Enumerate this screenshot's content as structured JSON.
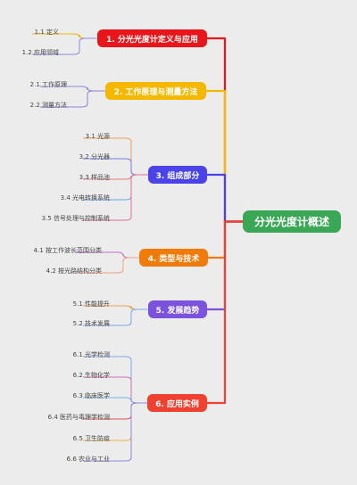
{
  "root": {
    "label": "分光光度计概述",
    "color": "#3aa757"
  },
  "branches": [
    {
      "label": "1. 分光光度计定义与应用",
      "color": "#e8161b",
      "children": [
        {
          "label": "1.1 定义",
          "color": "#f0b400"
        },
        {
          "label": "1.2 应用领域",
          "color": "#8a8ae0"
        }
      ]
    },
    {
      "label": "2. 工作原理与测量方法",
      "color": "#f5b800",
      "children": [
        {
          "label": "2.1 工作原理",
          "color": "#8a8ae0"
        },
        {
          "label": "2.2 测量方法",
          "color": "#9a7ad8"
        }
      ]
    },
    {
      "label": "3. 组成部分",
      "color": "#4a44e8",
      "children": [
        {
          "label": "3.1 光源",
          "color": "#f0a060"
        },
        {
          "label": "3.2 分光器",
          "color": "#7a7ae0"
        },
        {
          "label": "3.3 样品池",
          "color": "#e08080"
        },
        {
          "label": "3.4 光电转换系统",
          "color": "#6aa8e8"
        },
        {
          "label": "3.5 信号处理与控制系统",
          "color": "#e070a0"
        }
      ]
    },
    {
      "label": "4. 类型与技术",
      "color": "#f07a0a",
      "children": [
        {
          "label": "4.1 按工作波长范围分类",
          "color": "#c070d0"
        },
        {
          "label": "4.2 按光路结构分类",
          "color": "#f0a080"
        }
      ]
    },
    {
      "label": "5. 发展趋势",
      "color": "#7a52dc",
      "children": [
        {
          "label": "5.1 性能提升",
          "color": "#f0a050"
        },
        {
          "label": "5.2 技术发展",
          "color": "#7aa8e8"
        }
      ]
    },
    {
      "label": "6. 应用实例",
      "color": "#f04030",
      "children": [
        {
          "label": "6.1 光学检测",
          "color": "#80a8e8"
        },
        {
          "label": "6.2 生物化学",
          "color": "#d070b0"
        },
        {
          "label": "6.3 临床医学",
          "color": "#7ab0e8"
        },
        {
          "label": "6.4 医药与毒理学检测",
          "color": "#e05050"
        },
        {
          "label": "6.5 卫生防疫",
          "color": "#f0b040"
        },
        {
          "label": "6.6 农业与工业",
          "color": "#8a8ae0"
        }
      ]
    }
  ]
}
